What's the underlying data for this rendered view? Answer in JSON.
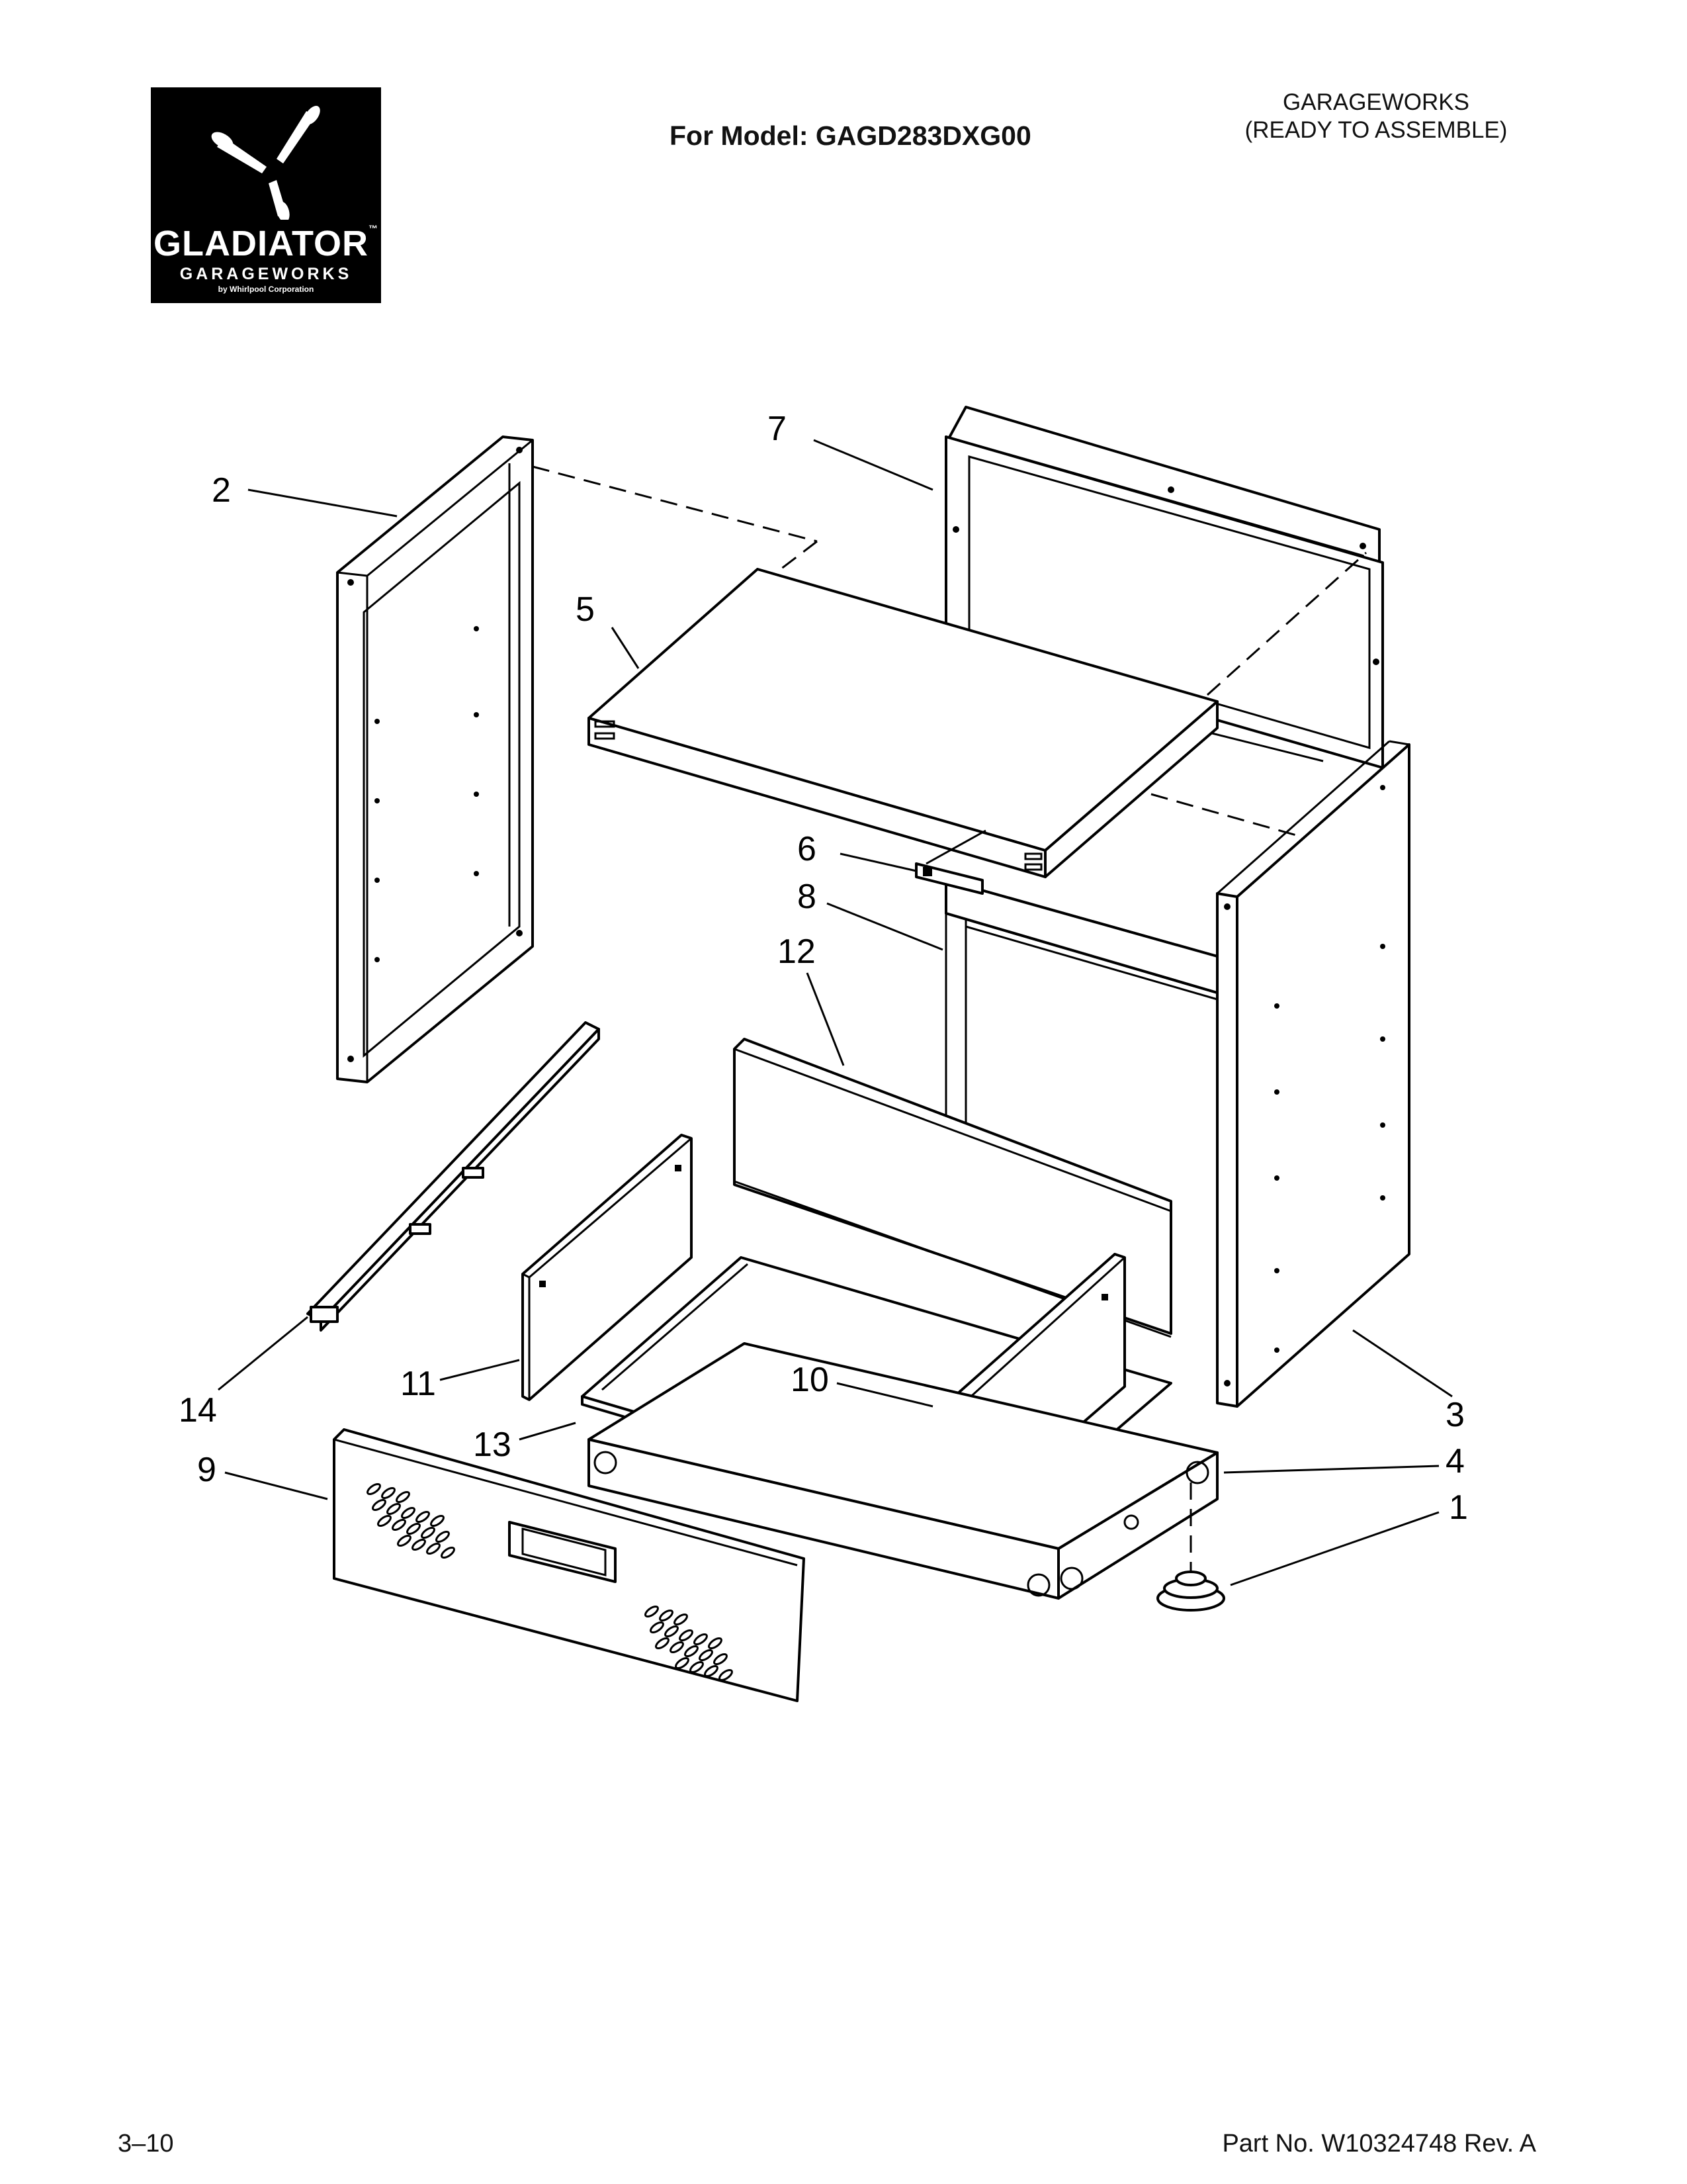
{
  "header": {
    "logo": {
      "brand": "GLADIATOR",
      "trademark": "™",
      "sub": "GARAGEWORKS",
      "by": "by Whirlpool Corporation"
    },
    "model_label": "For Model: GAGD283DXG00",
    "category_line1": "GARAGEWORKS",
    "category_line2": "(READY TO ASSEMBLE)"
  },
  "diagram": {
    "callouts": [
      "1",
      "2",
      "3",
      "4",
      "5",
      "6",
      "7",
      "8",
      "9",
      "10",
      "11",
      "12",
      "13",
      "14"
    ]
  },
  "footer": {
    "page_number": "3–10",
    "part_number": "Part No. W10324748 Rev. A"
  }
}
